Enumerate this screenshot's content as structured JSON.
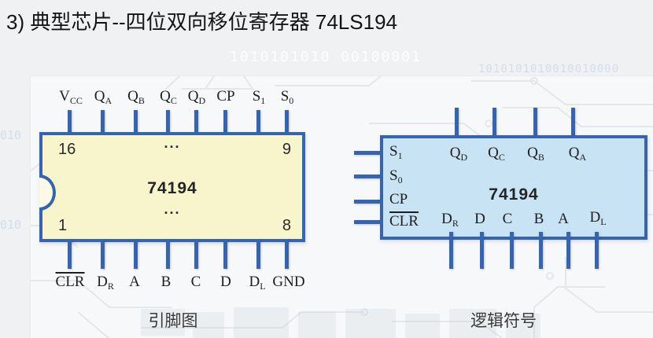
{
  "title": "3) 典型芯片--四位双向移位寄存器 74LS194",
  "colors": {
    "background": "#f0f1f2",
    "photo_bg": "#f7f8f9",
    "chip_border": "#3565ae",
    "pin_diagram_fill": "#f8f5cd",
    "logic_symbol_fill": "#c8e3f3"
  },
  "watermarks": {
    "binary_top": "1010101010 00100001",
    "binary_right": "1010101010010010000",
    "binary_left_a": "010",
    "binary_left_b": "010"
  },
  "pin_diagram": {
    "caption": "引脚图",
    "part_number": "74194",
    "ellipsis": "...",
    "pin16": "16",
    "pin9": "9",
    "pin1": "1",
    "pin8": "8",
    "top_pins": [
      {
        "base": "V",
        "sub": "CC"
      },
      {
        "base": "Q",
        "sub": "A"
      },
      {
        "base": "Q",
        "sub": "B"
      },
      {
        "base": "Q",
        "sub": "C"
      },
      {
        "base": "Q",
        "sub": "D"
      },
      {
        "base": "CP",
        "sub": ""
      },
      {
        "base": "S",
        "sub": "1"
      },
      {
        "base": "S",
        "sub": "0"
      }
    ],
    "bottom_pins": [
      {
        "base": "CLR",
        "sub": ""
      },
      {
        "base": "D",
        "sub": "R"
      },
      {
        "base": "A",
        "sub": ""
      },
      {
        "base": "B",
        "sub": ""
      },
      {
        "base": "C",
        "sub": ""
      },
      {
        "base": "D",
        "sub": ""
      },
      {
        "base": "D",
        "sub": "L"
      },
      {
        "base": "GND",
        "sub": ""
      }
    ]
  },
  "logic_symbol": {
    "caption": "逻辑符号",
    "part_number": "74194",
    "left_pins": [
      {
        "base": "S",
        "sub": "1"
      },
      {
        "base": "S",
        "sub": "0"
      },
      {
        "base": "CP",
        "sub": ""
      },
      {
        "base": "CLR",
        "sub": ""
      }
    ],
    "top_labels": [
      {
        "base": "Q",
        "sub": "D"
      },
      {
        "base": "Q",
        "sub": "C"
      },
      {
        "base": "Q",
        "sub": "B"
      },
      {
        "base": "Q",
        "sub": "A"
      }
    ],
    "bottom_labels": [
      {
        "base": "D",
        "sub": "R"
      },
      {
        "base": "D",
        "sub": ""
      },
      {
        "base": "C",
        "sub": ""
      },
      {
        "base": "B",
        "sub": ""
      },
      {
        "base": "A",
        "sub": ""
      },
      {
        "base": "D",
        "sub": "L"
      }
    ]
  }
}
